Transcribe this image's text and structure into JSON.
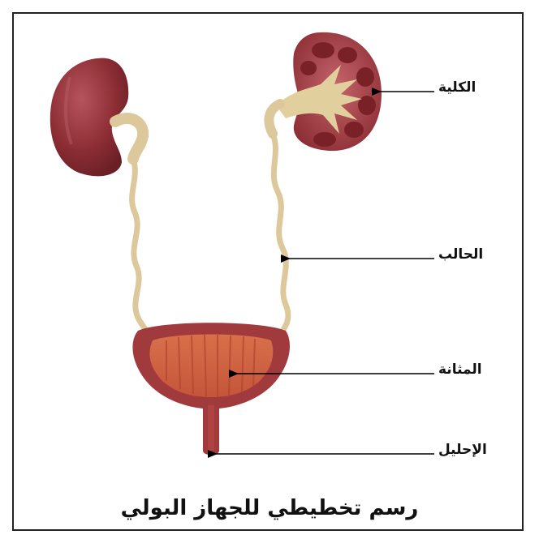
{
  "labels": {
    "kidney": "الكلية",
    "ureter": "الحالب",
    "bladder": "المثانة",
    "urethra": "الإحليل"
  },
  "caption": "رسم تخطيطي للجهاز البولي",
  "colors": {
    "kidney": "#8e2e35",
    "kidney_section": "#b0484f",
    "ureter": "#ddc89c",
    "bladder_wall": "#a03a3c",
    "bladder_inner": "#cc5f3d",
    "border": "#222222",
    "arrow": "#000000"
  }
}
